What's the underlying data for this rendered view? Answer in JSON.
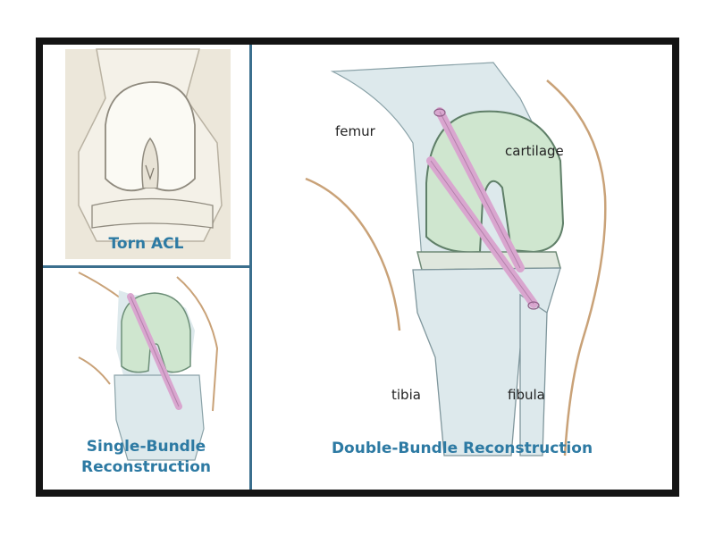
{
  "panels": {
    "torn": {
      "caption": "Torn ACL"
    },
    "single": {
      "caption_line1": "Single-Bundle",
      "caption_line2": "Reconstruction"
    },
    "double": {
      "caption": "Double-Bundle Reconstruction"
    }
  },
  "labels": {
    "femur": "femur",
    "cartilage": "cartilage",
    "tibia": "tibia",
    "fibula": "fibula"
  },
  "colors": {
    "frame": "#141414",
    "divider": "#3b6f8e",
    "caption": "#2d7aa3",
    "cartilage": "#cfe6cf",
    "graft": "#d9a6cf",
    "skin": "#c9a278",
    "bone": "#dde9ec"
  }
}
